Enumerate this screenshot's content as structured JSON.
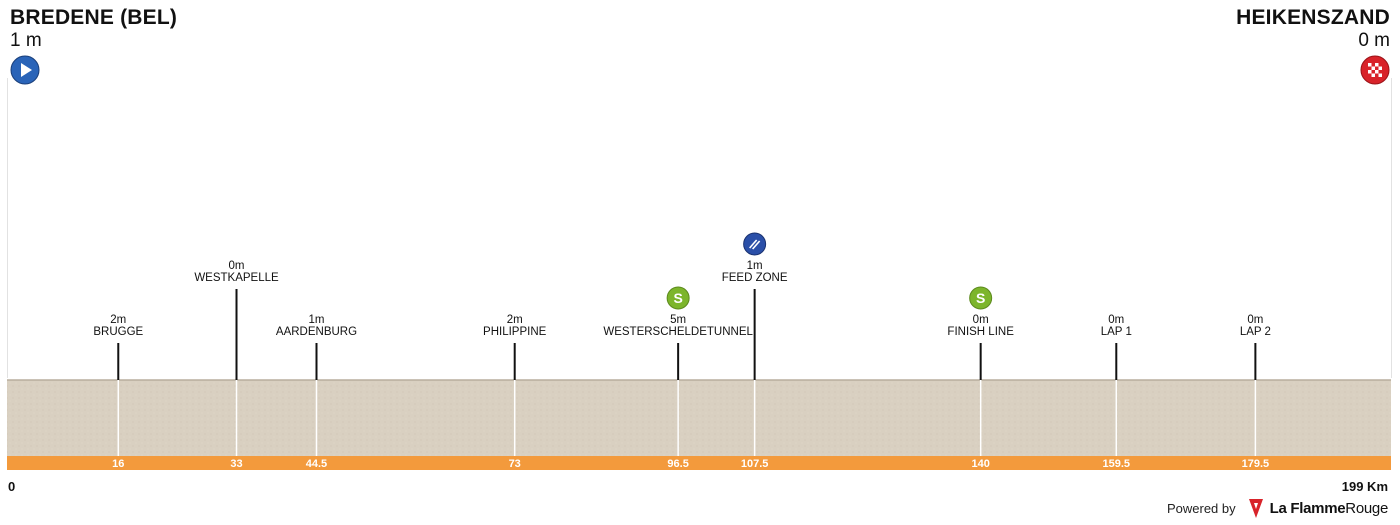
{
  "start": {
    "name": "BREDENE (BEL)",
    "altitude": "1 m"
  },
  "finish": {
    "name": "HEIKENSZAND",
    "altitude": "0 m"
  },
  "icons": {
    "start": "play-circle-icon",
    "finish": "checkered-flag-icon",
    "sprint": "sprint-s-icon",
    "feed": "feed-zone-icon"
  },
  "colors": {
    "ground": "#d8cfc0",
    "km_bar": "#f39a3c",
    "start_icon": "#2a64b8",
    "finish_icon": "#d8232a",
    "sprint_icon": "#7cb52b",
    "feed_icon": "#2a4fa8"
  },
  "chart_data": {
    "type": "area",
    "title": "",
    "xlabel": "",
    "ylabel": "",
    "xlim": [
      0,
      199
    ],
    "x_start_label": "0",
    "x_end_label": "199 Km",
    "ticks": [
      "16",
      "33",
      "44.5",
      "73",
      "96.5",
      "107.5",
      "140",
      "159.5",
      "179.5"
    ],
    "tick_values": [
      16,
      33,
      44.5,
      73,
      96.5,
      107.5,
      140,
      159.5,
      179.5
    ],
    "waypoints": [
      {
        "km": 16,
        "name": "BRUGGE",
        "altitude": "2m",
        "height": 1,
        "icon": ""
      },
      {
        "km": 33,
        "name": "WESTKAPELLE",
        "altitude": "0m",
        "height": 2,
        "icon": ""
      },
      {
        "km": 44.5,
        "name": "AARDENBURG",
        "altitude": "1m",
        "height": 1,
        "icon": ""
      },
      {
        "km": 73,
        "name": "PHILIPPINE",
        "altitude": "2m",
        "height": 1,
        "icon": ""
      },
      {
        "km": 96.5,
        "name": "WESTERSCHELDETUNNEL",
        "altitude": "5m",
        "height": 1,
        "icon": "sprint"
      },
      {
        "km": 107.5,
        "name": "FEED ZONE",
        "altitude": "1m",
        "height": 2,
        "icon": "feed"
      },
      {
        "km": 140,
        "name": "FINISH LINE",
        "altitude": "0m",
        "height": 1,
        "icon": "sprint"
      },
      {
        "km": 159.5,
        "name": "LAP 1",
        "altitude": "0m",
        "height": 1,
        "icon": ""
      },
      {
        "km": 179.5,
        "name": "LAP 2",
        "altitude": "0m",
        "height": 1,
        "icon": ""
      }
    ]
  },
  "footer": {
    "powered_by": "Powered by",
    "brand_main": "La Flamme",
    "brand_sub": "Rouge"
  }
}
